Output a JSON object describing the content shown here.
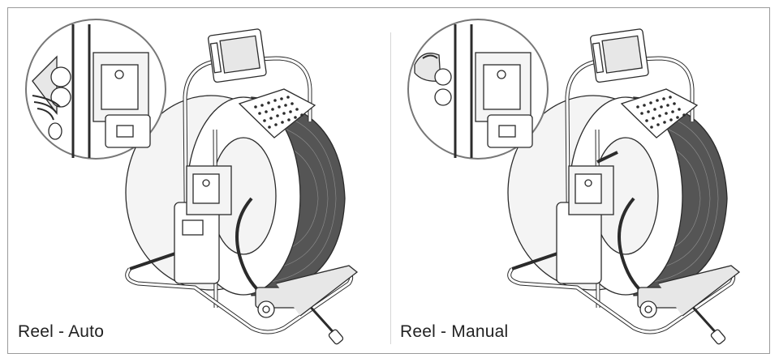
{
  "panels": [
    {
      "caption": "Reel - Auto",
      "variant": "auto"
    },
    {
      "caption": "Reel - Manual",
      "variant": "manual"
    }
  ],
  "colors": {
    "stroke": "#2b2b2b",
    "cable": "#3a3a3a",
    "shade": "#e7e7e7",
    "light": "#f4f4f4",
    "border": "#9a9a9a"
  }
}
